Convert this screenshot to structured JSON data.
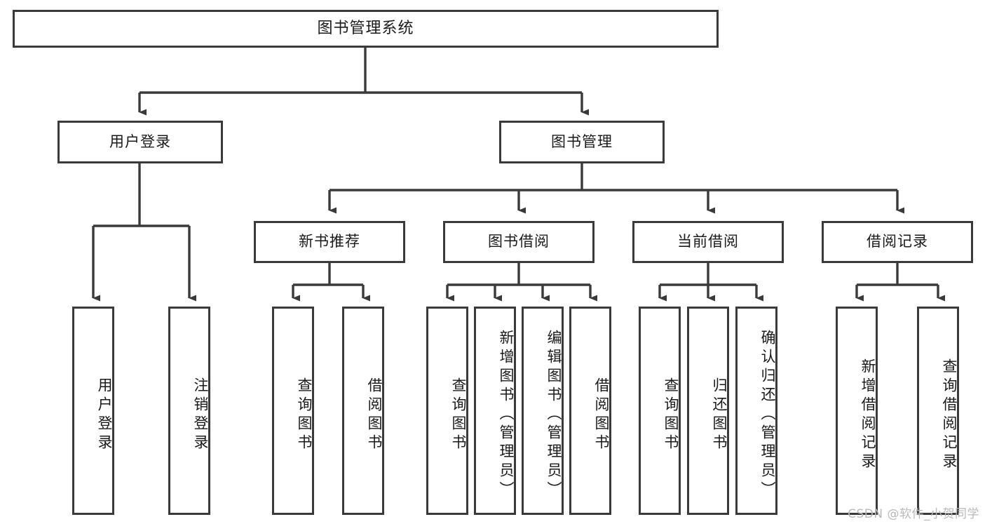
{
  "diagram": {
    "title": "图书管理系统",
    "type": "tree-hierarchy-diagram",
    "watermark": "CSDN @软件_小贺同学",
    "colors": {
      "border": "#3a3a3a",
      "background": "#ffffff",
      "text": "#1a1a1a",
      "watermark": "#b9b9b9"
    },
    "nodes": {
      "root": {
        "label": "图书管理系统"
      },
      "level2": [
        {
          "id": "user-login",
          "label": "用户登录"
        },
        {
          "id": "book-manage",
          "label": "图书管理"
        }
      ],
      "level3": [
        {
          "id": "new-book-recommend",
          "label": "新书推荐"
        },
        {
          "id": "book-borrow",
          "label": "图书借阅"
        },
        {
          "id": "current-borrow",
          "label": "当前借阅"
        },
        {
          "id": "borrow-record",
          "label": "借阅记录"
        }
      ],
      "leaves": {
        "user-login": [
          {
            "id": "leaf-user-login",
            "label": "用户登录"
          },
          {
            "id": "leaf-user-logout",
            "label": "注销登录"
          }
        ],
        "new-book-recommend": [
          {
            "id": "leaf-query-book-1",
            "label": "查询图书"
          },
          {
            "id": "leaf-borrow-book-1",
            "label": "借阅图书"
          }
        ],
        "book-borrow": [
          {
            "id": "leaf-query-book-2",
            "label": "查询图书"
          },
          {
            "id": "leaf-add-book",
            "label": "新增图书（管理员）"
          },
          {
            "id": "leaf-edit-book",
            "label": "编辑图书（管理员）"
          },
          {
            "id": "leaf-borrow-book-2",
            "label": "借阅图书"
          }
        ],
        "current-borrow": [
          {
            "id": "leaf-query-book-3",
            "label": "查询图书"
          },
          {
            "id": "leaf-return-book",
            "label": "归还图书"
          },
          {
            "id": "leaf-confirm-return",
            "label": "确认归还（管理员）"
          }
        ],
        "borrow-record": [
          {
            "id": "leaf-add-record",
            "label": "新增借阅记录"
          },
          {
            "id": "leaf-query-record",
            "label": "查询借阅记录"
          }
        ]
      }
    }
  }
}
